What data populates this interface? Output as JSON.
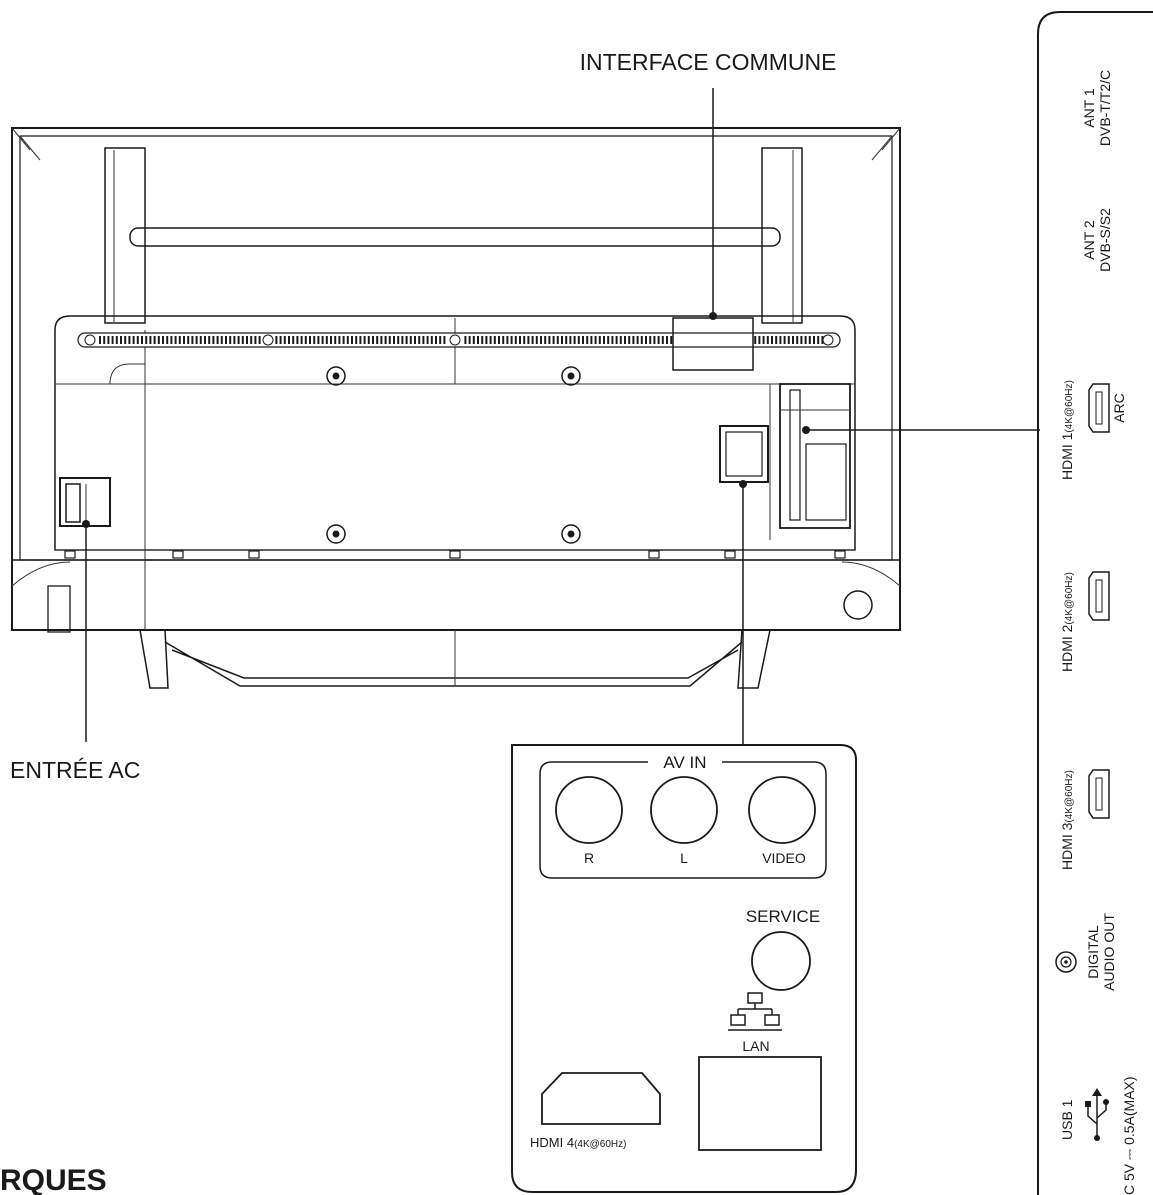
{
  "labels": {
    "common_interface": "INTERFACE COMMUNE",
    "ac_input": "ENTRÉE AC",
    "section_heading_partial": "RQUES"
  },
  "av_panel": {
    "title": "AV IN",
    "jack_r": "R",
    "jack_l": "L",
    "jack_video": "VIDEO",
    "service": "SERVICE",
    "lan": "LAN",
    "hdmi4": "HDMI 4",
    "hdmi4_spec": "(4K@60Hz)"
  },
  "side_panel": {
    "ant1_line1": "ANT 1",
    "ant1_line2": "DVB-T/T2/C",
    "ant2_line1": "ANT 2",
    "ant2_line2": "DVB-S/S2",
    "hdmi1": "HDMI 1",
    "hdmi1_spec": "(4K@60Hz)",
    "arc": "ARC",
    "hdmi2": "HDMI 2",
    "hdmi2_spec": "(4K@60Hz)",
    "hdmi3": "HDMI 3",
    "hdmi3_spec": "(4K@60Hz)",
    "digital_line1": "DIGITAL",
    "digital_line2": "AUDIO OUT",
    "usb1": "USB 1",
    "usb_power": "C 5V ⎓ 0.5A(MAX)"
  }
}
